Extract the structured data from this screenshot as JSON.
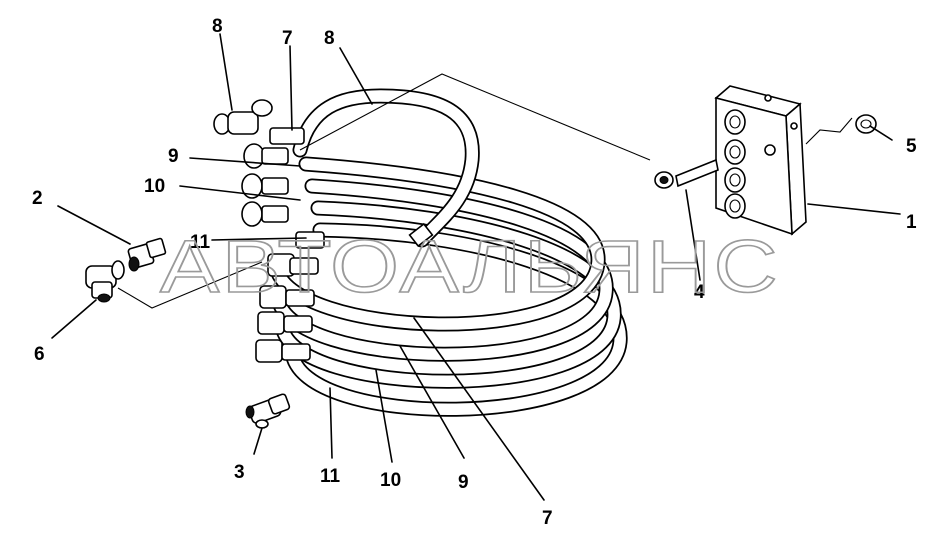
{
  "watermark": "АВТОАЛЬЯНС",
  "callouts": {
    "c1": "1",
    "c2": "2",
    "c3": "3",
    "c4": "4",
    "c5": "5",
    "c6": "6",
    "c7_top": "7",
    "c7_bottom": "7",
    "c8_left": "8",
    "c8_mid": "8",
    "c9_left": "9",
    "c9_bottom": "9",
    "c10_left": "10",
    "c10_bottom": "10",
    "c11_left": "11",
    "c11_bottom": "11"
  }
}
